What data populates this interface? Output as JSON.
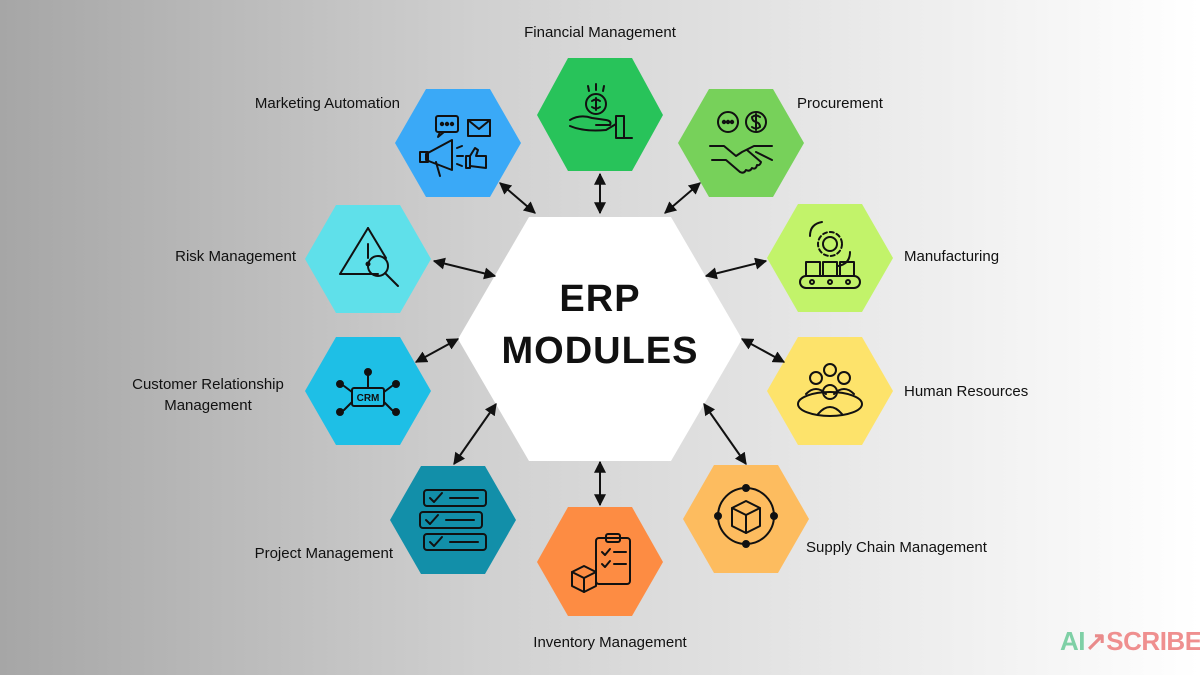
{
  "title": {
    "line1": "ERP",
    "line2": "MODULES"
  },
  "modules": {
    "financial": "Financial Management",
    "marketing": "Marketing Automation",
    "procurement": "Procurement",
    "risk": "Risk Management",
    "manufacturing": "Manufacturing",
    "crm_line1": "Customer Relationship",
    "crm_line2": "Management",
    "hr": "Human Resources",
    "project": "Project Management",
    "supply": "Supply Chain Management",
    "inventory": "Inventory Management"
  },
  "icon_text": {
    "crm": "CRM"
  },
  "logo": {
    "part1": "AI",
    "part2": "↗",
    "part3": "SCRIBE"
  },
  "colors": {
    "financial": "#28c35a",
    "marketing": "#3aa9f7",
    "procurement": "#77d15a",
    "risk": "#5fe0ea",
    "manufacturing": "#c2f36a",
    "crm": "#1ebfe6",
    "hr": "#fde36b",
    "project": "#128fa9",
    "supply": "#fdbc5f",
    "inventory": "#fd8c43",
    "center": "#ffffff"
  }
}
